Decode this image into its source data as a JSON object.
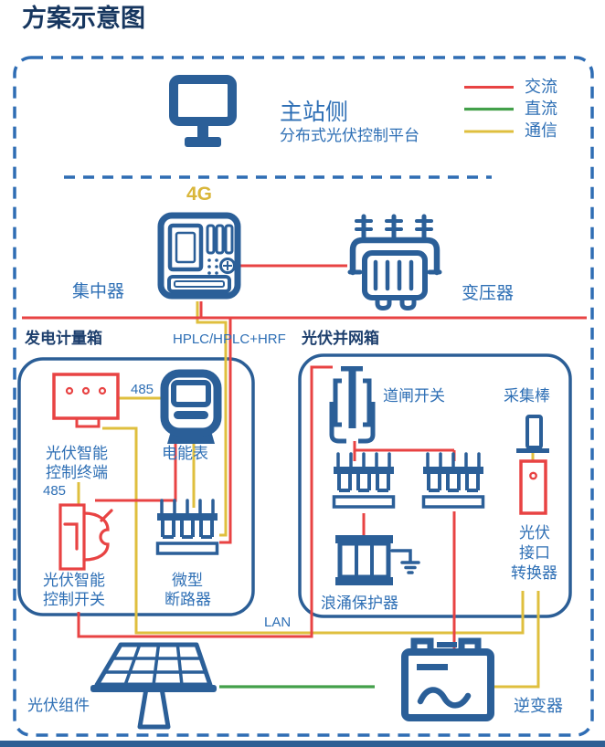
{
  "title": "方案示意图",
  "colors": {
    "ac": "#e84343",
    "dc": "#43a04a",
    "comm": "#dfbf3e",
    "icon_blue": "#2b5f98",
    "label_blue": "#2e6fb5",
    "heading_navy": "#1d3f6d",
    "border_blue": "#2f6db4"
  },
  "legend": {
    "items": [
      {
        "label": "交流",
        "color": "#e84343"
      },
      {
        "label": "直流",
        "color": "#43a04a"
      },
      {
        "label": "通信",
        "color": "#dfbf3e"
      }
    ]
  },
  "master_station": {
    "name": "主站侧",
    "platform": "分布式光伏控制平台"
  },
  "network": {
    "wireless": "4G",
    "plc": "HPLC/HPLC+HRF",
    "lan": "LAN",
    "rs485_a": "485",
    "rs485_b": "485"
  },
  "boxes": {
    "metering_box": "发电计量箱",
    "grid_box": "光伏并网箱"
  },
  "devices": {
    "concentrator": "集中器",
    "transformer": "变压器",
    "meter": "电能表",
    "pv_terminal_line1": "光伏智能",
    "pv_terminal_line2": "控制终端",
    "pv_switch_line1": "光伏智能",
    "pv_switch_line2": "控制开关",
    "breaker_line1": "微型",
    "breaker_line2": "断路器",
    "gate_switch": "道闸开关",
    "collector_rod": "采集棒",
    "surge_protector": "浪涌保护器",
    "converter_line1": "光伏",
    "converter_line2": "接口",
    "converter_line3": "转换器",
    "pv_module": "光伏组件",
    "inverter": "逆变器"
  }
}
